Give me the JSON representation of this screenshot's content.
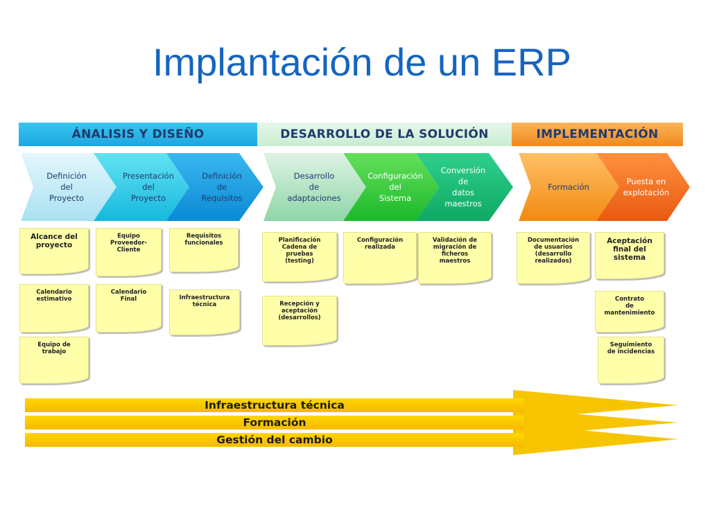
{
  "title": "Implantación de un ERP",
  "phases": [
    {
      "label": "ÁNALISIS Y DISEÑO"
    },
    {
      "label": "DESARROLLO DE LA SOLUCIÓN"
    },
    {
      "label": "IMPLEMENTACIÓN"
    }
  ],
  "stages": [
    {
      "label": "Definición\ndel\nProyecto"
    },
    {
      "label": "Presentación\ndel\nProyecto"
    },
    {
      "label": "Definición\nde\nRequisitos"
    },
    {
      "label": "Desarrollo\nde\nadaptaciones"
    },
    {
      "label": "Configuración\ndel\nSistema"
    },
    {
      "label": "Conversión\nde\ndatos\nmaestros"
    },
    {
      "label": "Formación"
    },
    {
      "label": "Puesta en\nexplotación"
    }
  ],
  "deliverables": [
    "Alcance del\nproyecto",
    "Calendario\nestimativo",
    "Equipo de\ntrabajo",
    "Equipo\nProveedor-\nCliente",
    "Calendario\nFinal",
    "Requisitos\nfuncionales",
    "Infraestructura\ntécnica",
    "Planificación\nCadena de\npruebas\n(testing)",
    "Recepción y\naceptación\n(desarrollos)",
    "Configuración\nrealizada",
    "Validación de\nmigración de\nficheros\nmaestros",
    "Documentación\nde usuarios\n(desarrollo\nrealizados)",
    "Aceptación\nfinal del\nsistema",
    "Contrato\nde\nmantenimiento",
    "Seguimiento\nde incidencias"
  ],
  "bands": [
    {
      "label": "Infraestructura técnica"
    },
    {
      "label": "Formación"
    },
    {
      "label": "Gestión del cambio"
    }
  ],
  "colors": {
    "title": "#1565c0",
    "stage_text_dark": "#1f3a6e",
    "stage_text_light": "#ffffff",
    "note_fill": "#ffffaa",
    "band_fill": "#ffd700"
  }
}
